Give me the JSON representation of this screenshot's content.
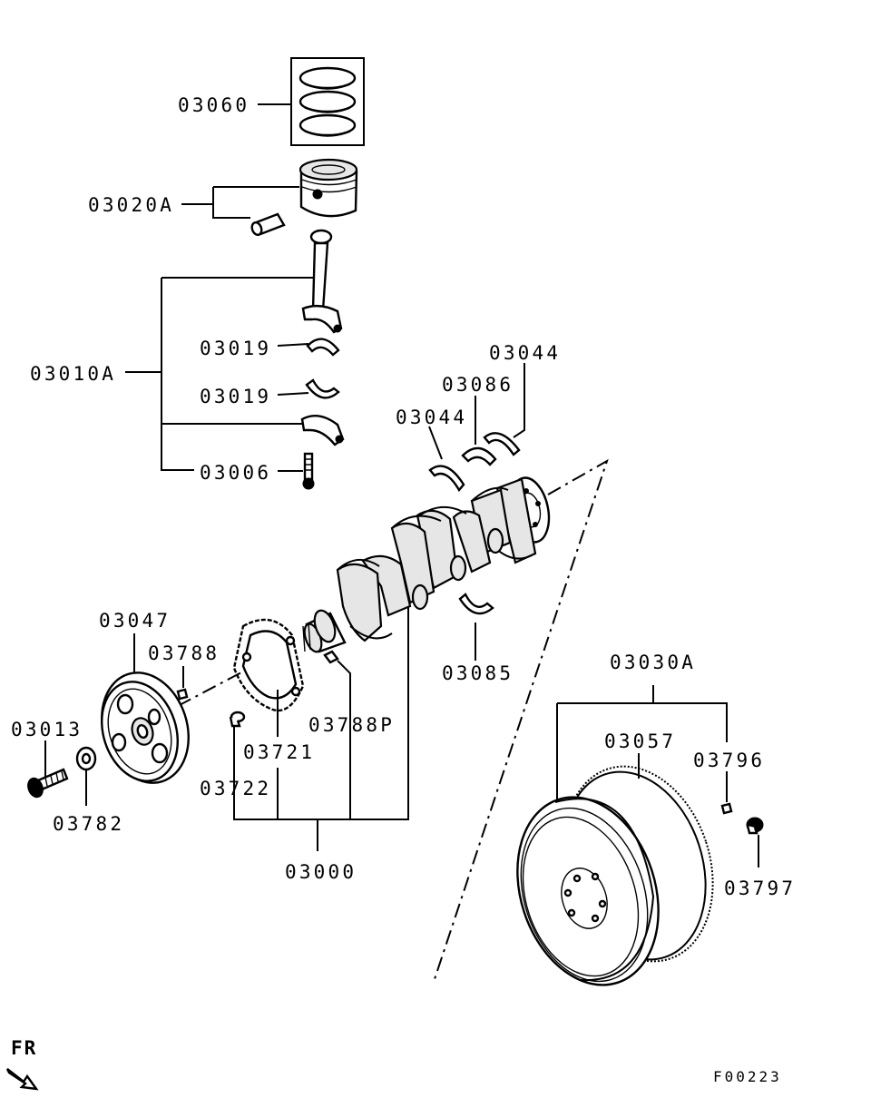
{
  "labels": {
    "piston_rings": "03060",
    "piston_assy": "03020A",
    "conrod_assy": "03010A",
    "conrod_bearing_upper": "03019",
    "conrod_bearing_lower": "03019",
    "conrod_bolt": "03006",
    "thrust_bearing_right": "03044",
    "main_bearing_upper": "03086",
    "thrust_bearing_left": "03044",
    "main_bearing_lower": "03085",
    "damper_pulley": "03047",
    "pin": "03788",
    "pulley_bolt": "03013",
    "washer": "03782",
    "sensor_plate": "03721",
    "plate_screw": "03722",
    "key": "03788P",
    "crankshaft_assy": "03000",
    "flywheel_assy": "03030A",
    "ring_gear": "03057",
    "flywheel_pin": "03796",
    "flywheel_bolt": "03797"
  },
  "direction": "FR",
  "figure_code": "F00223"
}
